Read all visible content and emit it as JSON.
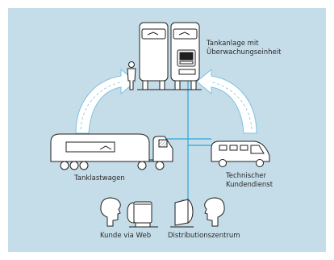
{
  "labels": {
    "tank_line1": "Tankanlage mit",
    "tank_line2": "Überwachungseinheit",
    "truck": "Tanklastwagen",
    "service_line1": "Technischer",
    "service_line2": "Kundendienst",
    "customer": "Kunde via Web",
    "distribution": "Distributionszentrum"
  },
  "colors": {
    "panel": "#c5dde8",
    "arrow": "#ffffff",
    "arrow_outline": "#7fc0e0",
    "network_line": "#2aa7dc",
    "equipment": "#ffffff",
    "stroke": "#1f1f1f"
  }
}
